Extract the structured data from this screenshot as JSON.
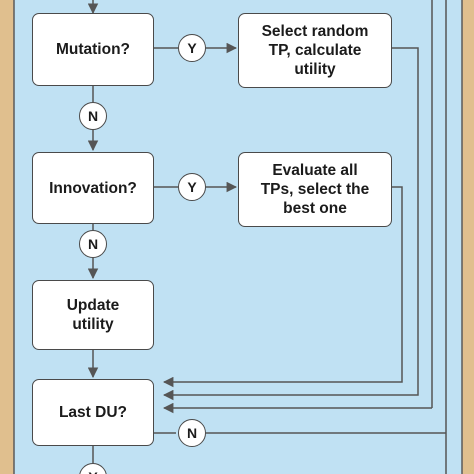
{
  "colors": {
    "background": "#c0e1f3",
    "frame": "#e0bf8e",
    "border": "#4a4a4a",
    "connector": "#555555",
    "node_fill": "#ffffff",
    "text": "#1b1b1b"
  },
  "nodes": {
    "mutation": "Mutation?",
    "select_random": "Select random\nTP, calculate\nutility",
    "innovation": "Innovation?",
    "evaluate_all": "Evaluate all\nTPs, select the\nbest one",
    "update_utility": "Update\nutility",
    "last_du": "Last DU?"
  },
  "badges": {
    "mutation_yes": "Y",
    "mutation_no": "N",
    "innovation_yes": "Y",
    "innovation_no": "N",
    "last_du_no": "N",
    "last_du_yes": "Y"
  }
}
